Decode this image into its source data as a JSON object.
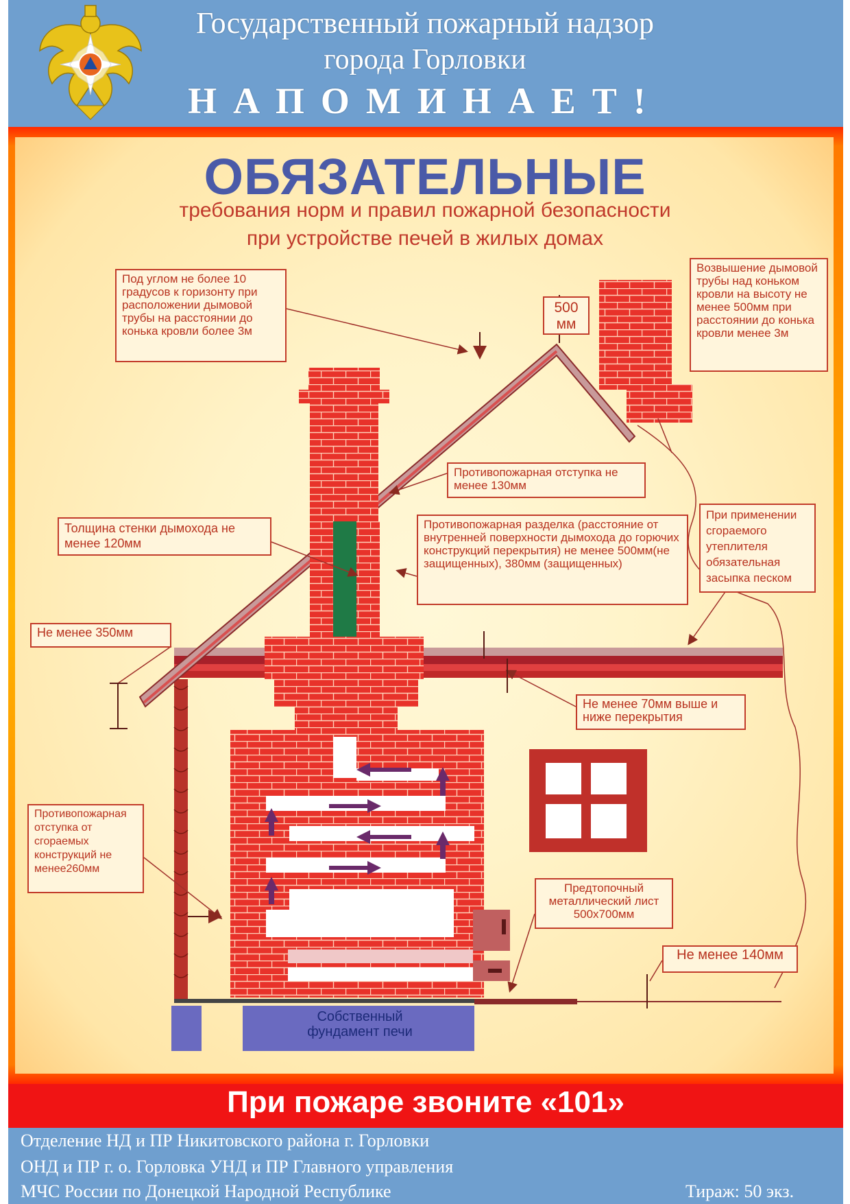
{
  "header": {
    "line1": "Государственный пожарный надзор",
    "line2": "города Горловки",
    "line3": "НАПОМИНАЕТ!"
  },
  "title": "ОБЯЗАТЕЛЬНЫЕ",
  "subtitle1": "требования норм и правил пожарной безопасности",
  "subtitle2": "при устройстве печей в жилых домах",
  "callouts": {
    "angle": "Под углом не более 10 градусов к горизонту при расположении дымовой трубы на расстоянии до конька кровли более 3м",
    "ridge": "Возвышение дымовой трубы над коньком кровли на высоту не менее 500мм при расстоянии до конька кровли менее 3м",
    "ridge_dim": "500 мм",
    "offset130": "Противопожарная отступка не менее 130мм",
    "wall120": "Толщина стенки дымохода не менее 120мм",
    "cut500": "Противопожарная разделка (расстояние от внутренней поверхности дымохода до горючих конструкций перекрытия) не менее 500мм(не защищенных), 380мм (защищенных)",
    "insulation": "При применении сгораемого утеплителя обязательная засыпка песком",
    "min350": "Не менее 350мм",
    "min70": "Не менее 70мм выше и ниже перекрытия",
    "offset260": "Противопожарная отступка от сгораемых конструкций не менее260мм",
    "sheet": "Предтопочный металлический лист 500х700мм",
    "min140": "Не менее 140мм",
    "foundation": "Собственный фундамент печи"
  },
  "call": "При пожаре звоните «101»",
  "footer": {
    "line1": "Отделение НД и ПР Никитовского района г. Горловки",
    "line2": "ОНД и ПР г. о. Горловка УНД и ПР Главного управления",
    "line3": "МЧС России по Донецкой Народной Республике",
    "circulation": "Тираж: 50 экз."
  },
  "colors": {
    "header_bg": "#6f9fcf",
    "title": "#4a5aa8",
    "brick": "#e8322a",
    "chimney_channel": "#1f7a46",
    "call_strip": "#f01414"
  }
}
